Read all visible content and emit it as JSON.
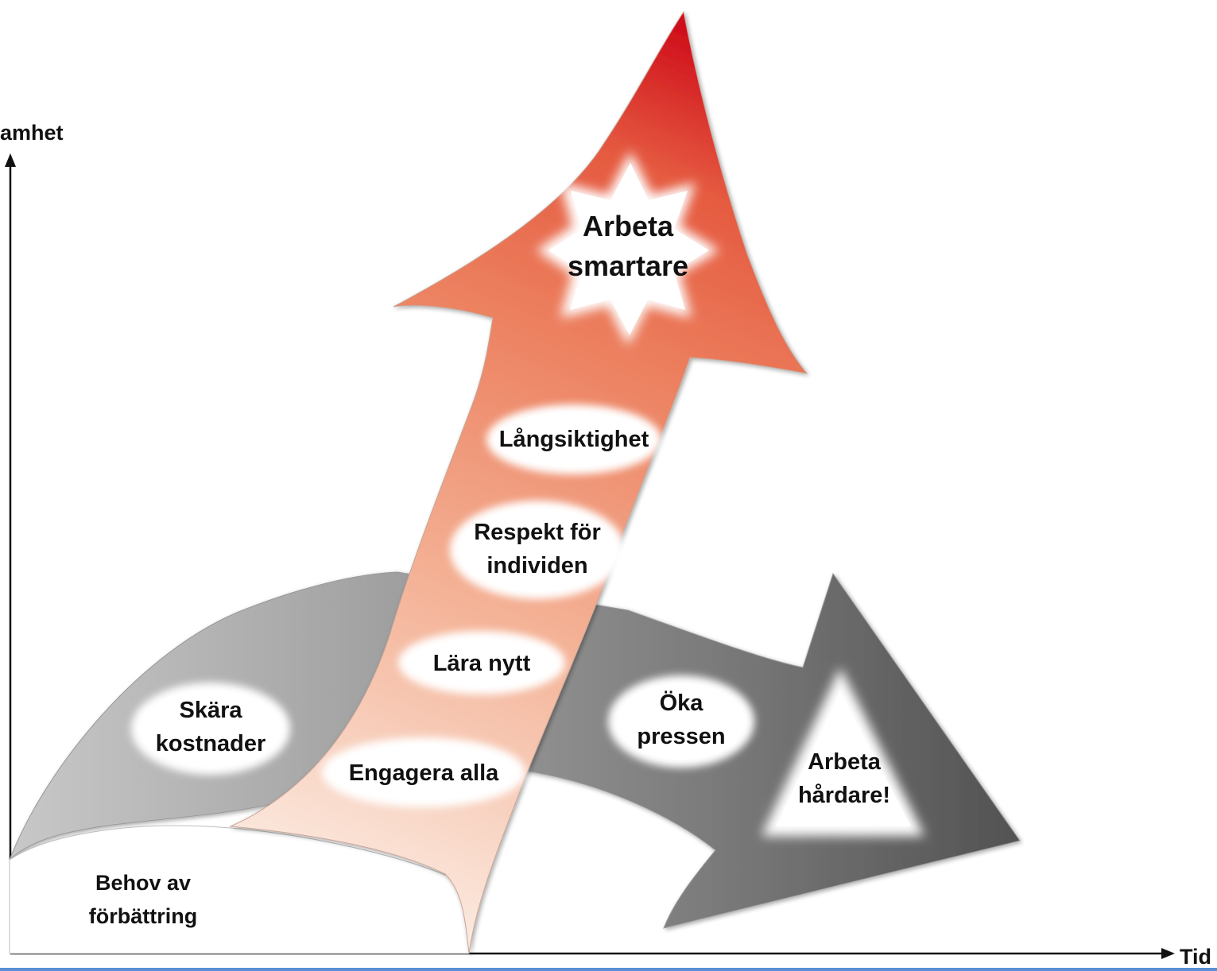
{
  "axes": {
    "y_label": "amhet",
    "x_label": "Tid"
  },
  "base": {
    "line1": "Behov av",
    "line2": "förbättring"
  },
  "grey_path": {
    "labels": [
      {
        "line1": "Skära",
        "line2": "kostnader"
      },
      {
        "line1": "Öka",
        "line2": "pressen"
      }
    ],
    "head": {
      "line1": "Arbeta",
      "line2": "hårdare!"
    }
  },
  "red_path": {
    "labels": [
      {
        "line1": "Engagera alla",
        "line2": ""
      },
      {
        "line1": "Lära nytt",
        "line2": ""
      },
      {
        "line1": "Respekt för",
        "line2": "individen"
      },
      {
        "line1": "Långsiktighet",
        "line2": ""
      }
    ],
    "head": {
      "line1": "Arbeta",
      "line2": "smartare"
    }
  },
  "colors": {
    "red_dark": "#d0101c",
    "red_mid": "#ea7a58",
    "red_light": "#f9e4d8",
    "grey_light": "#c4c4c4",
    "grey_dark": "#555555",
    "axis": "#111111"
  }
}
